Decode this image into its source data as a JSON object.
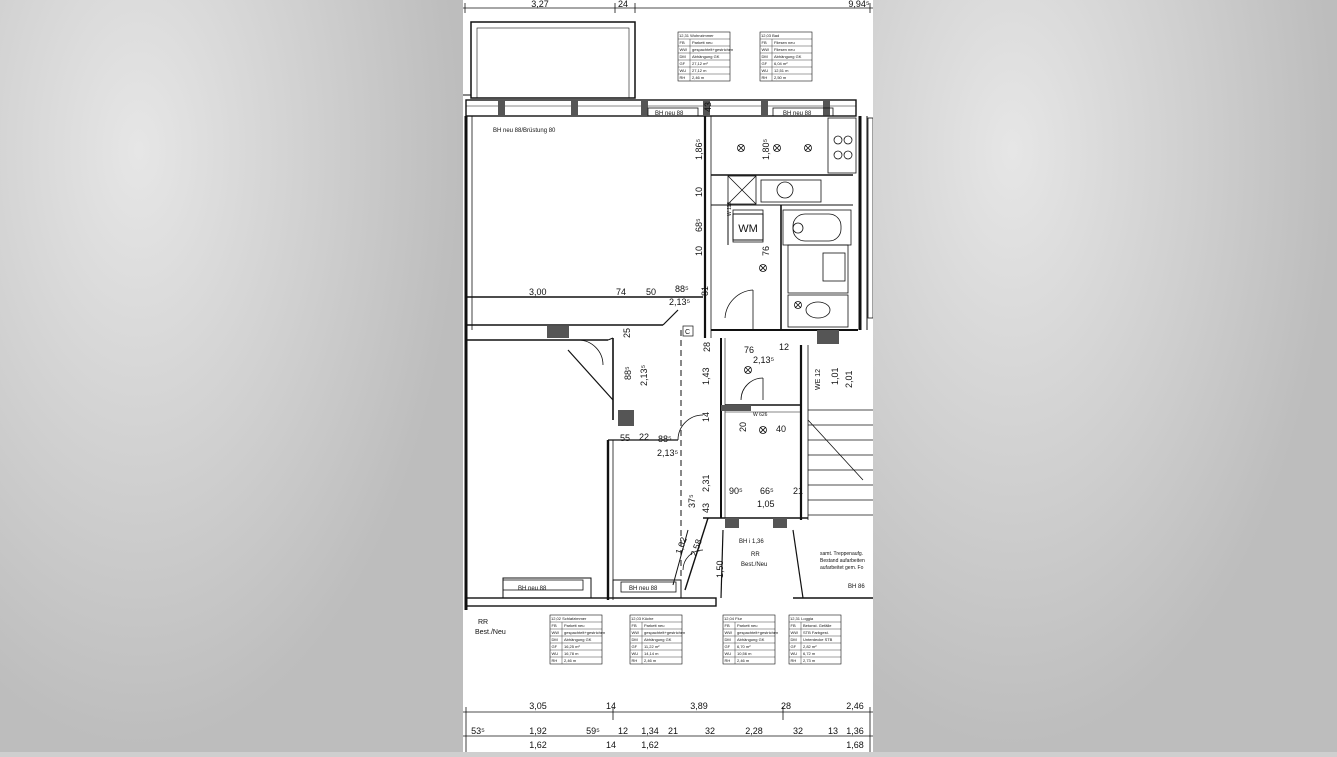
{
  "top_dims": {
    "d1": "3,27",
    "d2": "24",
    "d3": "9,94⁵"
  },
  "room_tags": {
    "bh1": "BH neu 88",
    "bh2": "BH neu 88",
    "bh3": "BH neu 88/Brüstung 80",
    "bh4": "BH neu 88",
    "bh5": "BH neu 88",
    "bh6": "BH 86",
    "bh7": "BH i 1,36",
    "we": "WE 12",
    "w112": "W 112",
    "w626": "W 626",
    "wm": "WM",
    "best_neu_1": "RR",
    "best_neu_2": "Best./Neu",
    "best_neu_3": "RR",
    "best_neu_4": "Best./Neu",
    "door_c": "C",
    "stair_note_1": "samt. Treppenaufg.",
    "stair_note_2": "Bestand aufarbeiten",
    "stair_note_3": "aufarbeitet gem. Fo"
  },
  "dims": {
    "a1": "1,86⁵",
    "a2": "1,80⁵",
    "a3": "10",
    "a4": "68⁵",
    "a5": "10",
    "a6": "76",
    "a7": "43",
    "a8": "3,00",
    "a9": "74",
    "a10": "50",
    "a11": "88⁵",
    "a12": "2,13⁵",
    "a13": "81",
    "a14": "25",
    "a15": "88⁵",
    "a16": "2,13⁵",
    "a17": "28",
    "a18": "76",
    "a19": "12",
    "a20": "2,13⁵",
    "a21": "1,43",
    "a22": "1,01",
    "a23": "2,01",
    "a24": "14",
    "a25": "20",
    "a26": "40",
    "a27": "55",
    "a28": "22",
    "a29": "88⁵",
    "a30": "2,13⁵",
    "a31": "2,31",
    "a32": "90⁵",
    "a33": "66⁵",
    "a34": "21",
    "a35": "1,05",
    "a36": "43",
    "a37": "37⁵",
    "a38": "1,02",
    "a39": "2,58",
    "a40": "1,50"
  },
  "bottom_dims_row1": [
    "3,05",
    "14",
    "3,89",
    "28",
    "2,46"
  ],
  "bottom_dims_row2": [
    "53⁵",
    "1,92",
    "59⁵",
    "12",
    "1,34",
    "21",
    "32",
    "2,28",
    "32",
    "13",
    "1,36"
  ],
  "bottom_dims_row3": [
    "14",
    "1,62",
    "1,62",
    "1,68"
  ],
  "labels_left": {
    "rr": "RR",
    "best": "Best./Neu"
  },
  "legend_tables": [
    {
      "title": "12,31 Wohnzimmer",
      "rows": [
        [
          "FB",
          "Parkett neu"
        ],
        [
          "WW",
          "gespachtelt+gestrichen"
        ],
        [
          "DM",
          "Abhängung GK"
        ],
        [
          "GF",
          "27,12 m²"
        ],
        [
          "WU",
          "27,12 m"
        ],
        [
          "RH",
          "2,46 m"
        ]
      ]
    },
    {
      "title": "12,03 Bad",
      "rows": [
        [
          "FB",
          "Fliesen neu"
        ],
        [
          "WW",
          "Fliesen neu"
        ],
        [
          "DM",
          "Abhängung GK"
        ],
        [
          "GF",
          "6,04 m²"
        ],
        [
          "WU",
          "12,51 m"
        ],
        [
          "RH",
          "2,50 m"
        ]
      ]
    },
    {
      "title": "12,02 Schlafzimmer",
      "rows": [
        [
          "FB",
          "Parkett neu"
        ],
        [
          "WW",
          "gespachtelt+gestrichen"
        ],
        [
          "DM",
          "Abhängung GK"
        ],
        [
          "GF",
          "16,25 m²"
        ],
        [
          "WU",
          "16,78 m"
        ],
        [
          "RH",
          "2,46 m"
        ]
      ]
    },
    {
      "title": "12,03 Küche",
      "rows": [
        [
          "FB",
          "Parkett neu"
        ],
        [
          "WW",
          "gespachtelt+gestrichen"
        ],
        [
          "DM",
          "Abhängung GK"
        ],
        [
          "GF",
          "11,22 m²"
        ],
        [
          "WU",
          "14,14 m"
        ],
        [
          "RH",
          "2,46 m"
        ]
      ]
    },
    {
      "title": "12,04 Flur",
      "rows": [
        [
          "FB",
          "Parkett neu"
        ],
        [
          "WW",
          "gespachtelt+gestrichen"
        ],
        [
          "DM",
          "Abhängung GK"
        ],
        [
          "GF",
          "6,70 m²"
        ],
        [
          "WU",
          "10,56 m"
        ],
        [
          "RH",
          "2,46 m"
        ]
      ]
    },
    {
      "title": "12,31 Loggia",
      "rows": [
        [
          "FB",
          "Betonst. Gefälle"
        ],
        [
          "WW",
          "STB Farbgest."
        ],
        [
          "DM",
          "Unterdecke STB"
        ],
        [
          "GF",
          "2,82 m²"
        ],
        [
          "WU",
          "6,72 m"
        ],
        [
          "RH",
          "2,73 m"
        ]
      ]
    }
  ]
}
